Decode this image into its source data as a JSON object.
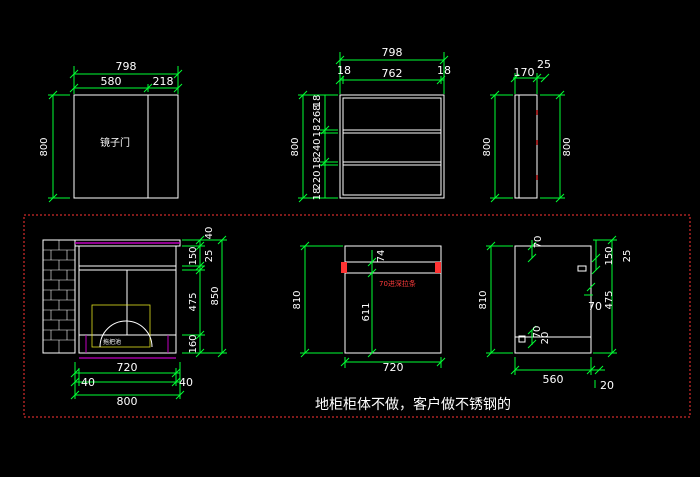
{
  "top_left": {
    "total_width": "798",
    "left_width": "580",
    "right_width": "218",
    "height": "800",
    "mirror_door_label": "镜子门"
  },
  "top_mid": {
    "total_width": "798",
    "side_left": "18",
    "inner_width": "762",
    "side_right": "18",
    "height": "800",
    "shelf_dims": [
      "18",
      "268",
      "18",
      "240",
      "18",
      "220",
      "18"
    ]
  },
  "top_right": {
    "dim_170": "170",
    "dim_25": "25",
    "height_left": "800",
    "height_right": "800"
  },
  "bottom_left": {
    "bottom_width": "720",
    "left_offset": "40",
    "right_offset": "40",
    "total_width": "800",
    "dims_right": [
      "40",
      "150",
      "25",
      "475",
      "160"
    ],
    "total_height": "850",
    "bucket_label": "拖把池"
  },
  "bottom_mid": {
    "dim_74": "74",
    "height": "810",
    "inner_height": "611",
    "width": "720",
    "red_note": "70进深拉条"
  },
  "bottom_right": {
    "height": "810",
    "dim_70_top": "70",
    "dim_150": "150",
    "dim_25": "25",
    "dim_475": "475",
    "dim_70_mid": "70",
    "dim_70_bot": "70",
    "dim_20_bot": "20",
    "width": "560",
    "dim_20_right": "20"
  },
  "footer_note": "地柜柜体不做，客户做不锈钢的",
  "colors": {
    "background": "#000000",
    "outline": "#ffffff",
    "dimension": "#00ff33",
    "frame": "#ff3333",
    "accent": "#c000c0"
  }
}
